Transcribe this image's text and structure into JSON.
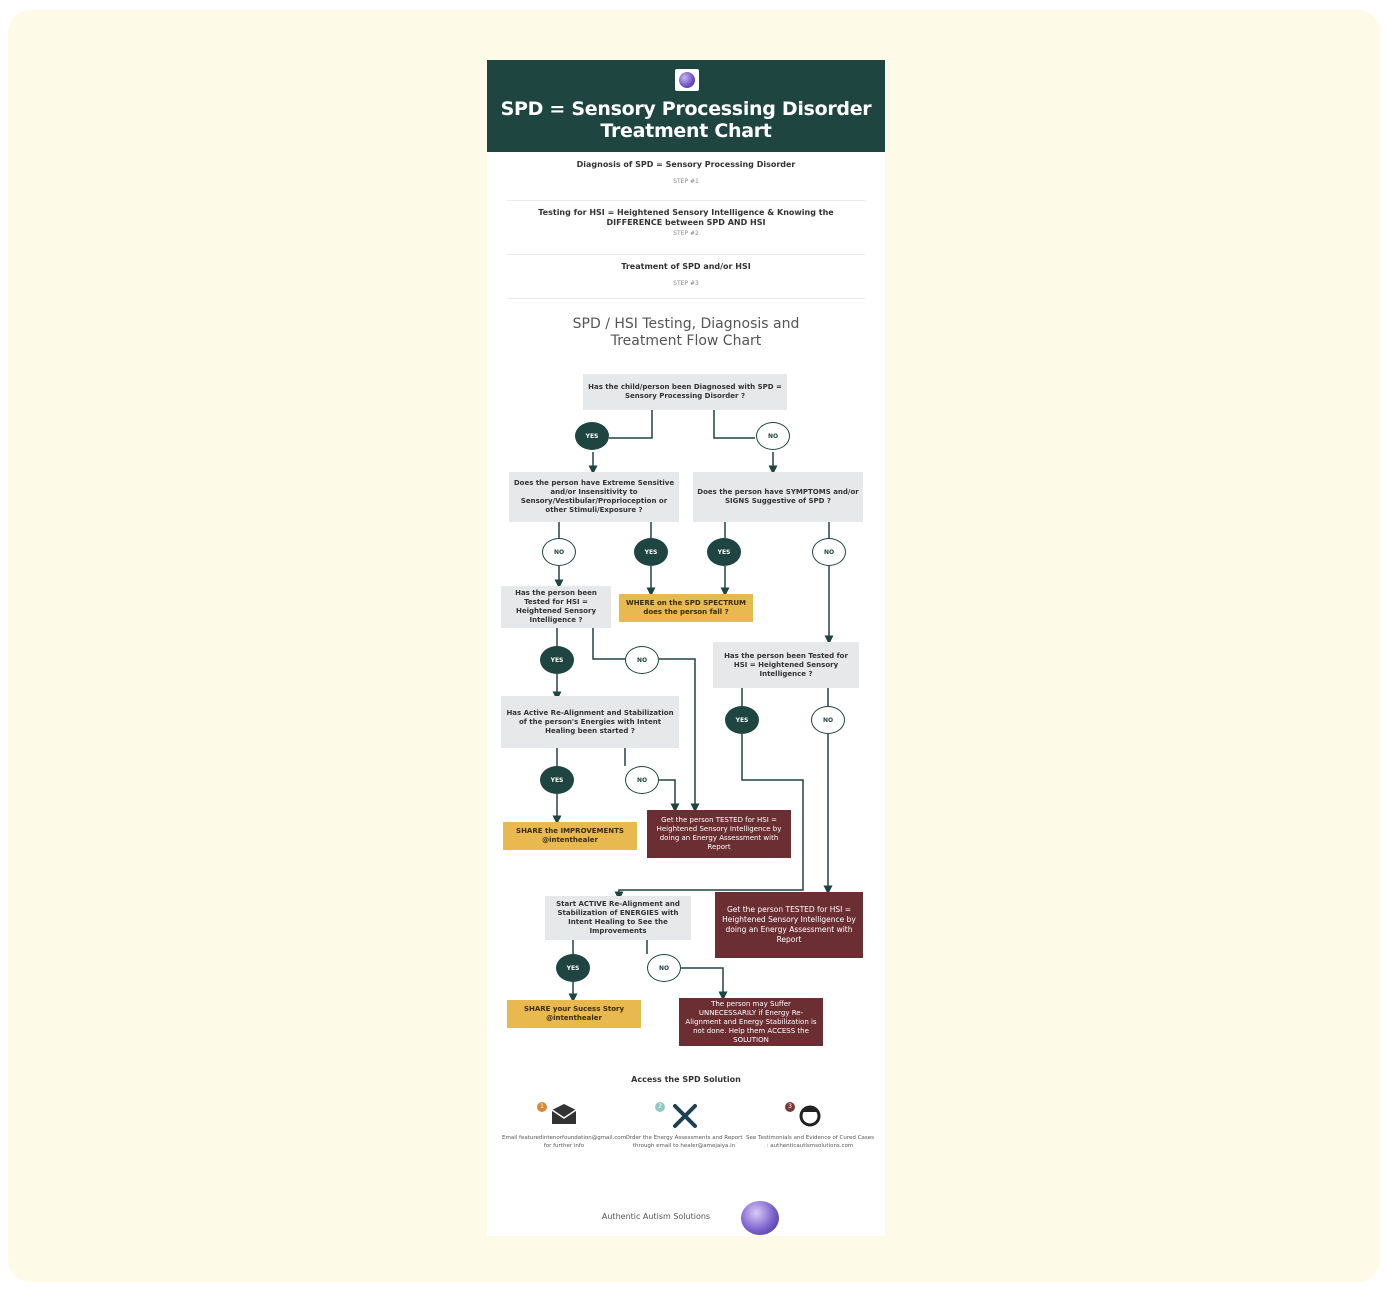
{
  "header": {
    "title_line1": "SPD = Sensory Processing Disorder",
    "title_line2": "Treatment Chart"
  },
  "steps": [
    {
      "title": "Diagnosis of SPD = Sensory Processing Disorder",
      "label": "STEP #1"
    },
    {
      "title": "Testing for HSI = Heightened Sensory Intelligence & Knowing the DIFFERENCE between SPD AND HSI",
      "label": "STEP #2"
    },
    {
      "title": "Treatment of SPD and/or HSI",
      "label": "STEP #3"
    }
  ],
  "flow_title": "SPD / HSI Testing, Diagnosis and Treatment Flow Chart",
  "nodes": {
    "q1": "Has the child/person been Diagnosed with SPD = Sensory Processing Disorder ?",
    "q2": "Does the person have Extreme Sensitive and/or Insensitivity to Sensory/Vestibular/Proprioception or other Stimuli/Exposure ?",
    "q3": "Does the person have SYMPTOMS and/or SIGNS Suggestive of SPD ?",
    "q4": "Has the person been Tested for HSI = Heightened Sensory Intelligence ?",
    "y1": "WHERE on the SPD SPECTRUM does the person fall ?",
    "q5": "Has the person been Tested for HSI = Heightened Sensory Intelligence ?",
    "q6": "Has Active Re-Alignment and Stabilization of the person's Energies with Intent Healing been started ?",
    "y2": "SHARE the IMPROVEMENTS @intenthealer",
    "r1": "Get the person TESTED for HSI = Heightened Sensory Intelligence by doing an Energy Assessment with Report",
    "q7": "Start ACTIVE Re-Alignment and Stabilization of ENERGIES with Intent Healing to See the Improvements",
    "r2": "Get the person TESTED for HSI = Heightened Sensory Intelligence by doing an Energy Assessment with Report",
    "y3": "SHARE your Sucess Story @intenthealer",
    "r3": "The person may Suffer UNNECESSARILY if Energy Re-Alignment and Energy Stabilization is not done. Help them ACCESS the SOLUTION"
  },
  "labels": {
    "yes": "YES",
    "no": "NO"
  },
  "access": {
    "title": "Access the SPD Solution",
    "items": [
      {
        "num": "1",
        "icon": "email-icon",
        "text": "Email featuredintenorfoundation@gmail.com for further info"
      },
      {
        "num": "2",
        "icon": "tools-icon",
        "text": "Order the Energy Assessments and Report through email to healer@amejaiya.in"
      },
      {
        "num": "3",
        "icon": "person-icon",
        "text": "See Testimonials and Evidence of Cured Cases : authenticautismsolutions.com"
      }
    ]
  },
  "footer": {
    "brand": "Authentic Autism Solutions"
  },
  "colors": {
    "dark_teal": "#1f4541",
    "yellow": "#e7b94e",
    "maroon": "#6b2f33",
    "grey": "#e6e8e9",
    "frame": "#fdfbe8"
  }
}
